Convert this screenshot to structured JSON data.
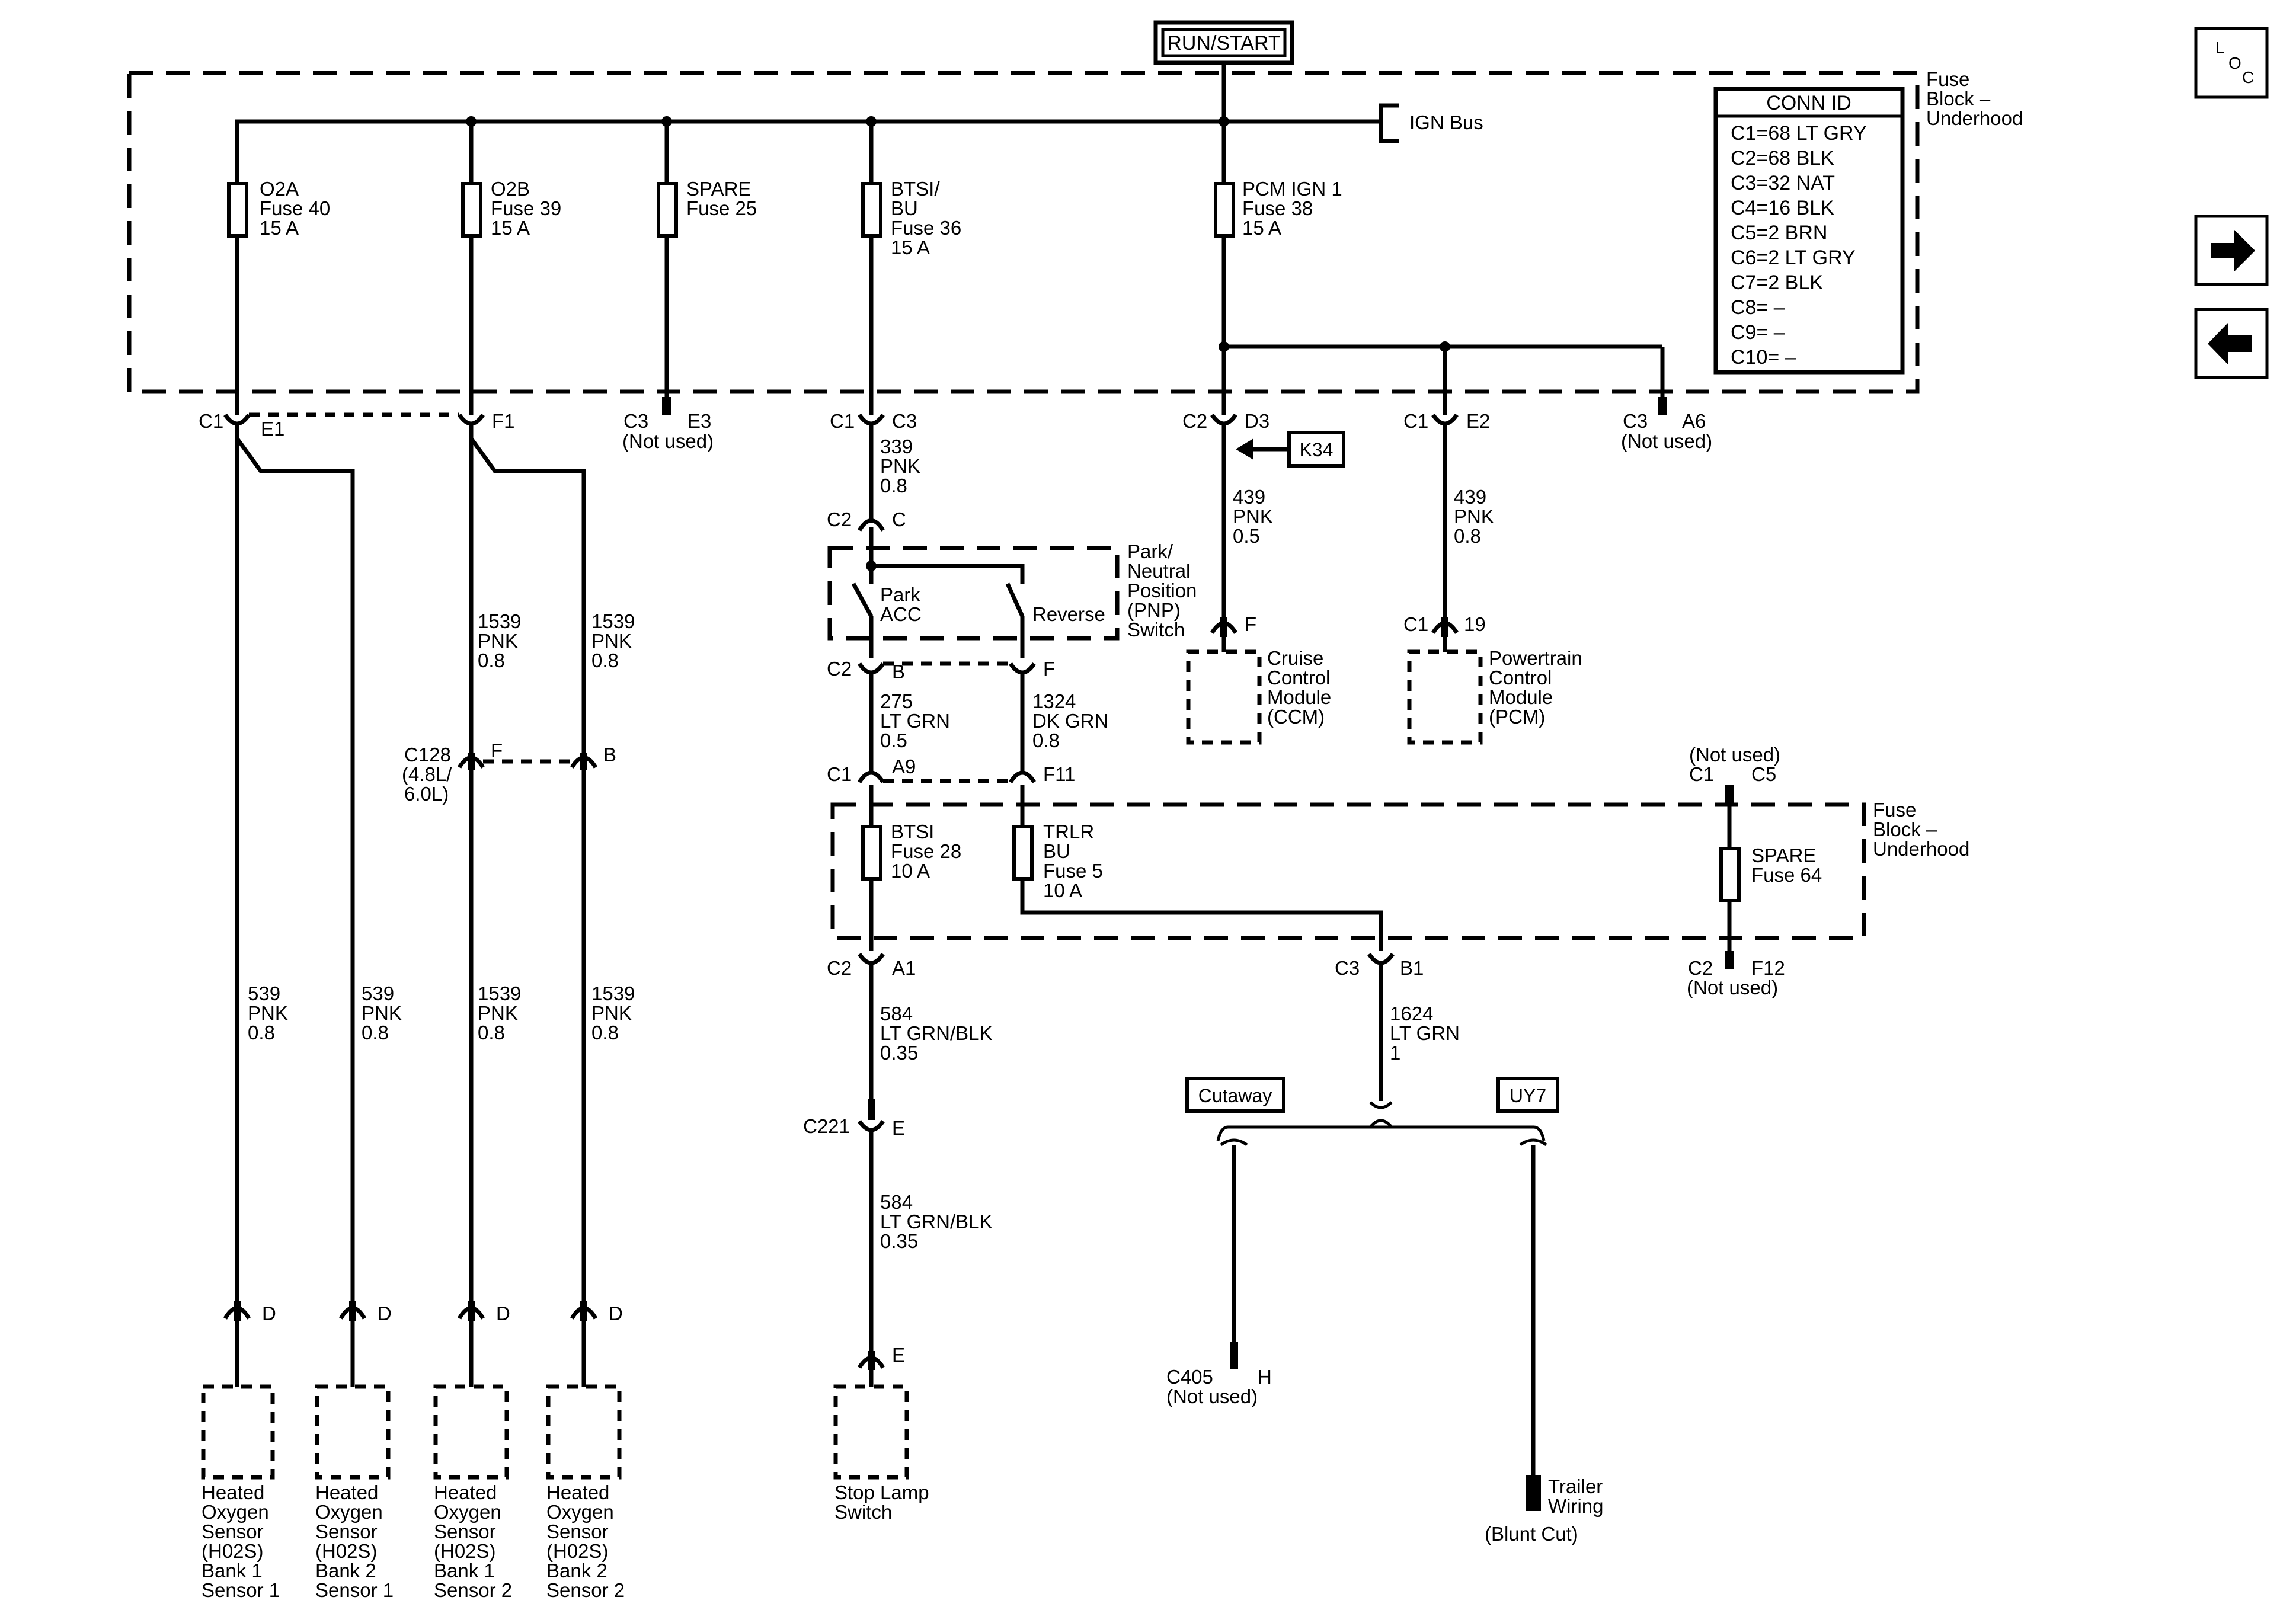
{
  "top": {
    "run_start": "RUN/START",
    "ign_bus": "IGN Bus",
    "loc_l": "L",
    "loc_o": "O",
    "loc_c": "C"
  },
  "fuse_block_top": {
    "l1": "Fuse",
    "l2": "Block –",
    "l3": "Underhood"
  },
  "conn_id": {
    "title": "CONN ID",
    "rows": [
      "C1=68 LT GRY",
      "C2=68 BLK",
      "C3=32 NAT",
      "C4=16 BLK",
      "C5=2 BRN",
      "C6=2 LT GRY",
      "C7=2 BLK",
      "C8= –",
      "C9= –",
      "C10= –"
    ]
  },
  "fuses_top": [
    {
      "l1": "O2A",
      "l2": "Fuse 40",
      "l3": "15 A"
    },
    {
      "l1": "O2B",
      "l2": "Fuse 39",
      "l3": "15 A"
    },
    {
      "l1": "SPARE",
      "l2": "Fuse 25",
      "l3": ""
    },
    {
      "l1": "BTSI/",
      "l2": "BU",
      "l3": "Fuse 36",
      "l4": "15 A"
    },
    {
      "l1": "PCM IGN 1",
      "l2": "Fuse 38",
      "l3": "15 A"
    }
  ],
  "connectors_top": {
    "c1e1_a": "C1",
    "c1e1_b": "E1",
    "f1": "F1",
    "c3e3_a": "C3",
    "c3e3_b": "E3",
    "not_used_1": "(Not used)",
    "c1c3_a": "C1",
    "c1c3_b": "C3",
    "c2d3_a": "C2",
    "c2d3_b": "D3",
    "c1e2_a": "C1",
    "c1e2_b": "E2",
    "c3a6_a": "C3",
    "c3a6_b": "A6",
    "not_used_2": "(Not used)",
    "k34": "K34"
  },
  "wires": {
    "w339": {
      "n": "339",
      "c": "PNK",
      "g": "0.8"
    },
    "w439a": {
      "n": "439",
      "c": "PNK",
      "g": "0.5"
    },
    "w439b": {
      "n": "439",
      "c": "PNK",
      "g": "0.8"
    },
    "w1539a": {
      "n": "1539",
      "c": "PNK",
      "g": "0.8"
    },
    "w1539b": {
      "n": "1539",
      "c": "PNK",
      "g": "0.8"
    },
    "w275": {
      "n": "275",
      "c": "LT GRN",
      "g": "0.5"
    },
    "w1324": {
      "n": "1324",
      "c": "DK GRN",
      "g": "0.8"
    },
    "w539a": {
      "n": "539",
      "c": "PNK",
      "g": "0.8"
    },
    "w539b": {
      "n": "539",
      "c": "PNK",
      "g": "0.8"
    },
    "w1539c": {
      "n": "1539",
      "c": "PNK",
      "g": "0.8"
    },
    "w1539d": {
      "n": "1539",
      "c": "PNK",
      "g": "0.8"
    },
    "w584a": {
      "n": "584",
      "c": "LT GRN/BLK",
      "g": "0.35"
    },
    "w584b": {
      "n": "584",
      "c": "LT GRN/BLK",
      "g": "0.35"
    },
    "w1624": {
      "n": "1624",
      "c": "LT GRN",
      "g": "1"
    }
  },
  "pnp": {
    "c2c_a": "C2",
    "c2c_b": "C",
    "park": "Park",
    "acc": "ACC",
    "reverse": "Reverse",
    "l1": "Park/",
    "l2": "Neutral",
    "l3": "Position",
    "l4": "(PNP)",
    "l5": "Switch",
    "c2b_a": "C2",
    "c2b_b": "B",
    "f": "F"
  },
  "ccm": {
    "pin": "F",
    "l1": "Cruise",
    "l2": "Control",
    "l3": "Module",
    "l4": "(CCM)"
  },
  "pcm": {
    "pin_a": "C1",
    "pin_b": "19",
    "l1": "Powertrain",
    "l2": "Control",
    "l3": "Module",
    "l4": "(PCM)"
  },
  "c128": {
    "a": "C128",
    "b": "(4.8L/",
    "c": "6.0L)",
    "f": "F",
    "bpin": "B"
  },
  "lower_block": {
    "c1a9_a": "C1",
    "c1a9_b": "A9",
    "f11": "F11",
    "fuse28": {
      "l1": "BTSI",
      "l2": "Fuse 28",
      "l3": "10 A"
    },
    "fuse5": {
      "l1": "TRLR",
      "l2": "BU",
      "l3": "Fuse 5",
      "l4": "10 A"
    },
    "fuse64": {
      "l1": "SPARE",
      "l2": "Fuse 64"
    },
    "not_used_top": "(Not used)",
    "c1c5_a": "C1",
    "c1c5_b": "C5",
    "l1": "Fuse",
    "l2": "Block –",
    "l3": "Underhood",
    "c2a1_a": "C2",
    "c2a1_b": "A1",
    "c3b1_a": "C3",
    "c3b1_b": "B1",
    "c2f12_a": "C2",
    "c2f12_b": "F12",
    "not_used_bot": "(Not used)"
  },
  "c221": {
    "a": "C221",
    "b": "E"
  },
  "stop_lamp": {
    "pin": "E",
    "l1": "Stop Lamp",
    "l2": "Switch"
  },
  "options": {
    "cutaway": "Cutaway",
    "uy7": "UY7"
  },
  "c405": {
    "a": "C405",
    "b": "H",
    "c": "(Not used)"
  },
  "trailer": {
    "l1": "Trailer",
    "l2": "Wiring",
    "l3": "(Blunt Cut)"
  },
  "sensors": [
    {
      "pin": "D",
      "l1": "Heated",
      "l2": "Oxygen",
      "l3": "Sensor",
      "l4": "(H02S)",
      "l5": "Bank 1",
      "l6": "Sensor 1"
    },
    {
      "pin": "D",
      "l1": "Heated",
      "l2": "Oxygen",
      "l3": "Sensor",
      "l4": "(H02S)",
      "l5": "Bank 2",
      "l6": "Sensor 1"
    },
    {
      "pin": "D",
      "l1": "Heated",
      "l2": "Oxygen",
      "l3": "Sensor",
      "l4": "(H02S)",
      "l5": "Bank 1",
      "l6": "Sensor 2"
    },
    {
      "pin": "D",
      "l1": "Heated",
      "l2": "Oxygen",
      "l3": "Sensor",
      "l4": "(H02S)",
      "l5": "Bank 2",
      "l6": "Sensor 2"
    }
  ],
  "nav": {
    "forward_icon": "arrow-right-icon",
    "back_icon": "arrow-left-icon"
  }
}
